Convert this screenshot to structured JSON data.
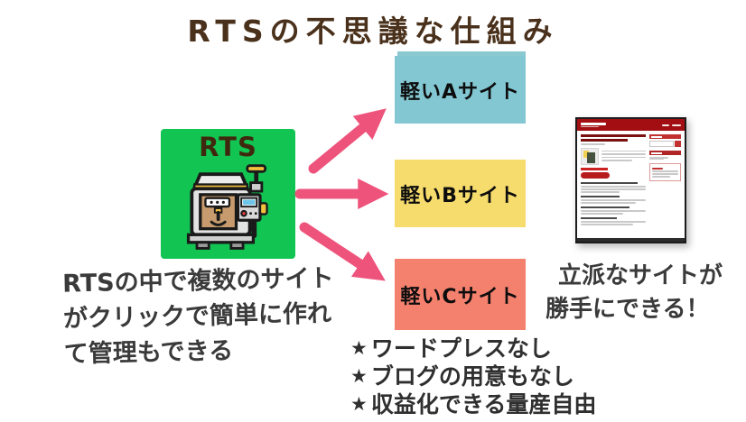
{
  "title": "RTSの不思議な仕組み",
  "source": {
    "label": "RTS"
  },
  "sites": [
    {
      "label": "軽いAサイト",
      "color": "#82c7d2"
    },
    {
      "label": "軽いBサイト",
      "color": "#f6db6d"
    },
    {
      "label": "軽いCサイト",
      "color": "#f4806e"
    }
  ],
  "left_note": {
    "line1": "RTSの中で複数のサイト",
    "line2": "がクリックで簡単に作れ",
    "line3": "て管理もできる"
  },
  "right_note": {
    "line1": "立派なサイトが",
    "line2": "勝手にできる！"
  },
  "features": {
    "bullet_icon": "★",
    "items": [
      "ワードプレスなし",
      "ブログの用意もなし",
      "収益化できる量産自由"
    ]
  },
  "colors": {
    "title": "#4a311c",
    "title_underline": "#8ac9d0",
    "source_box": "#12c452",
    "arrow": "#ee537b",
    "note_text": "#3a3a3a"
  }
}
